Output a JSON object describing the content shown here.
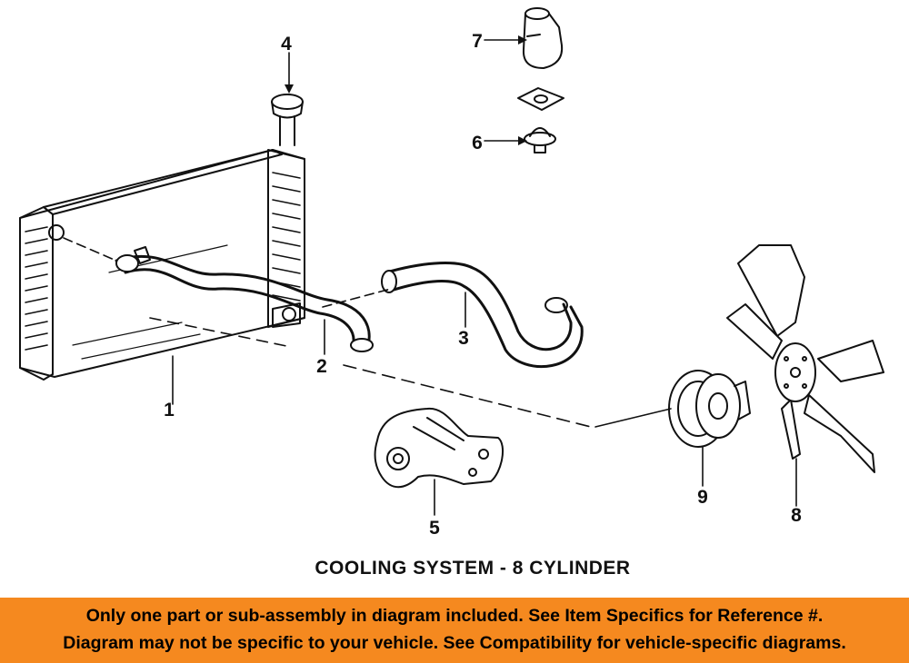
{
  "diagram": {
    "caption": "COOLING SYSTEM - 8 CYLINDER",
    "callouts": {
      "c1": "1",
      "c2": "2",
      "c3": "3",
      "c4": "4",
      "c5": "5",
      "c6": "6",
      "c7": "7",
      "c8": "8",
      "c9": "9"
    }
  },
  "banner": {
    "line1": "Only one part or sub-assembly in diagram included. See Item Specifics for Reference #.",
    "line2": "Diagram may not be specific to your vehicle. See Compatibility for vehicle-specific diagrams.",
    "color": "#f5891f"
  }
}
